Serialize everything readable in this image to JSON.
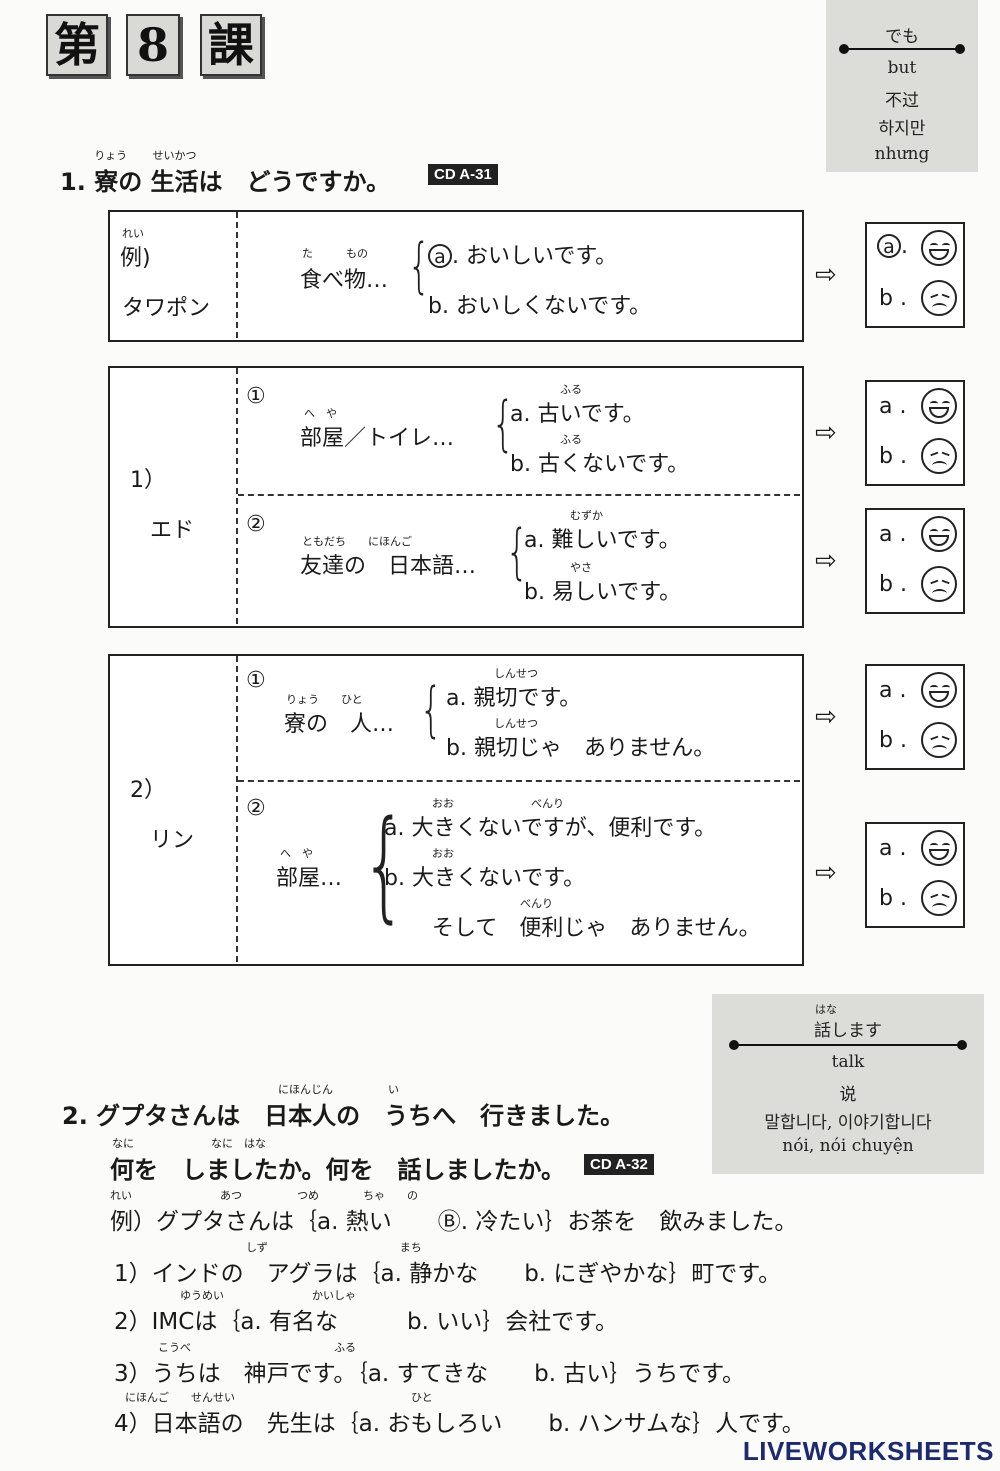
{
  "lesson": {
    "dai": "第",
    "num": "8",
    "ka": "課"
  },
  "vocab1": {
    "word": "でも",
    "en": "but",
    "zh": "不过",
    "ko": "하지만",
    "vi": "nhưng"
  },
  "s1": {
    "title_num": "1.",
    "title_w1": "寮",
    "title_w1_rt": "りょう",
    "title_mid": "の",
    "title_w2": "生活",
    "title_w2_rt": "せいかつ",
    "title_rest": "は　どうですか。",
    "cd": "CD A-31"
  },
  "ex": {
    "label": "例)",
    "label_rt": "れい",
    "name": "タワポン",
    "topic": "食べ物…",
    "topic_rt1": "た",
    "topic_rt2": "もの",
    "a_mark": "a",
    "a": ". おいしいです。",
    "b": "b. おいしくないです。",
    "ans_a_mark": "a",
    "ans_b": "b ."
  },
  "q1": {
    "num": "1）",
    "name": "エド",
    "item1": {
      "mark": "①",
      "topic": "部屋／トイレ…",
      "topic_rt": "へ　や",
      "a": "a. 古いです。",
      "a_rt": "ふる",
      "b": "b. 古くないです。",
      "b_rt": "ふる"
    },
    "item2": {
      "mark": "②",
      "topic": "友達の　日本語…",
      "topic_rt": "ともだち　　にほんご",
      "a": "a. 難しいです。",
      "a_rt": "むずか",
      "b": "b. 易しいです。",
      "b_rt": "やさ"
    }
  },
  "q2": {
    "num": "2）",
    "name": "リン",
    "item1": {
      "mark": "①",
      "topic": "寮の　人…",
      "topic_rt": "りょう　　ひと",
      "a": "a. 親切です。",
      "a_rt": "しんせつ",
      "b": "b. 親切じゃ　ありません。",
      "b_rt": "しんせつ"
    },
    "item2": {
      "mark": "②",
      "topic": "部屋…",
      "topic_rt": "へ　や",
      "a": "a. 大きくないですが、便利です。",
      "a_rt": "おお　　　　　　　べんり",
      "b": "b. 大きくないです。",
      "b_rt": "おお",
      "b2": "そして　便利じゃ　ありません。",
      "b2_rt": "べんり"
    }
  },
  "ans": {
    "a": "a .",
    "b": "b ."
  },
  "vocab2": {
    "word": "話します",
    "word_rt": "はな",
    "en": "talk",
    "zh": "说",
    "ko": "말합니다, 이야기합니다",
    "vi": "nói, nói chuyện"
  },
  "s2": {
    "line1": "2. グプタさんは　日本人の　うちへ　行きました。",
    "line1_rt": "にほんじん　　　　　い",
    "line2": "何を　しましたか。何を　話しましたか。",
    "line2_rt": "なに　　　　　　　なに　はな",
    "cd": "CD A-32",
    "items": [
      {
        "text": "例）グプタさんは｛a. 熱い　　Ⓑ. 冷たい｝お茶を　飲みました。",
        "rt": "れい　　　　　　　　あつ　　　　　つめ　　　　ちゃ　　の"
      },
      {
        "text": "1）インドの　アグラは｛a. 静かな　　b. にぎやかな｝町です。",
        "rt": "　　　　　　　　　　　　しず　　　　　　　　　　　　まち"
      },
      {
        "text": "2）IMCは｛a. 有名な　　　b. いい｝会社です。",
        "rt": "　　　　　　ゆうめい　　　　　　　　かいしゃ"
      },
      {
        "text": "3）うちは　神戸です。｛a. すてきな　　b. 古い｝うちです。",
        "rt": "　　　　こうべ　　　　　　　　　　　　　ふる"
      },
      {
        "text": "4）日本語の　先生は｛a. おもしろい　　b. ハンサムな｝人です。",
        "rt": "　にほんご　　せんせい　　　　　　　　　　　　　　　　ひと"
      }
    ]
  },
  "brand": {
    "name": "LIVEWORKSHEETS"
  }
}
